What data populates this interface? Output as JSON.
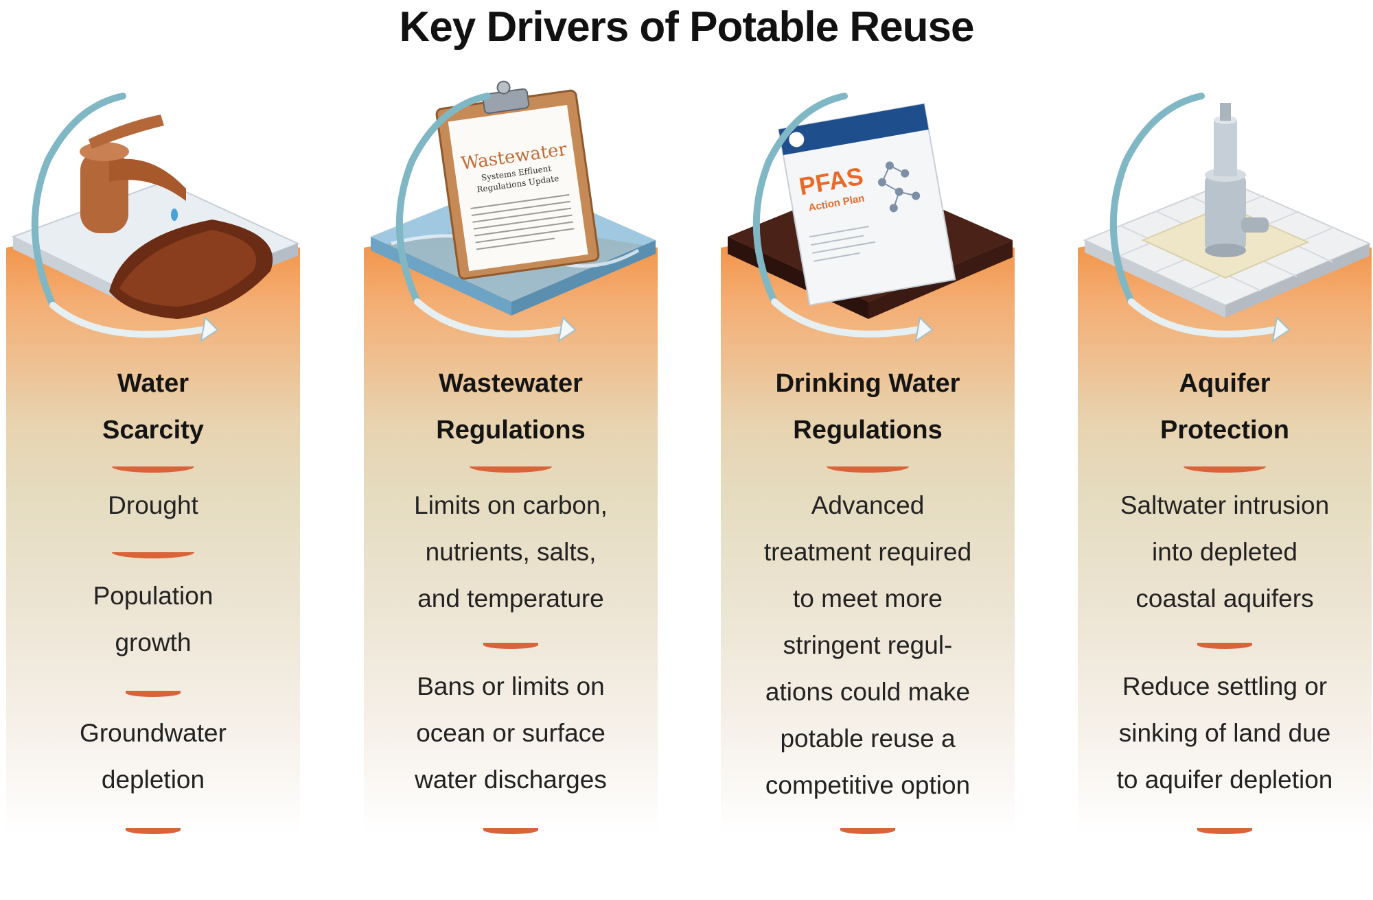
{
  "title": "Key Drivers of Potable Reuse",
  "colors": {
    "accent": "#d9643a",
    "panel_top": "#f08c3c",
    "arrow": "#7fb7c4"
  },
  "columns": [
    {
      "icon": "faucet-icon",
      "heading": [
        "Water",
        "Scarcity"
      ],
      "items": [
        [
          "Drought"
        ],
        [
          "Population",
          "growth"
        ],
        [
          "Groundwater",
          "depletion"
        ]
      ]
    },
    {
      "icon": "clipboard-icon",
      "heading": [
        "Wastewater",
        "Regulations"
      ],
      "clipboard": {
        "title": "Wastewater",
        "subtitle_1": "Systems Effluent",
        "subtitle_2": "Regulations Update"
      },
      "items": [
        [
          "Limits on carbon,",
          "nutrients, salts,",
          "and temperature"
        ],
        [
          "Bans or limits on",
          "ocean or surface",
          "water discharges"
        ]
      ]
    },
    {
      "icon": "report-icon",
      "heading": [
        "Drinking Water",
        "Regulations"
      ],
      "report": {
        "title": "PFAS",
        "subtitle": "Action Plan"
      },
      "items": [
        [
          "Advanced",
          "treatment required",
          "to meet more",
          "stringent regul-",
          "ations could make",
          "potable reuse a",
          "competitive option"
        ]
      ]
    },
    {
      "icon": "well-icon",
      "heading": [
        "Aquifer",
        "Protection"
      ],
      "items": [
        [
          "Saltwater intrusion",
          "into depleted",
          "coastal aquifers"
        ],
        [
          "Reduce settling or",
          "sinking of land due",
          "to aquifer depletion"
        ]
      ]
    }
  ]
}
